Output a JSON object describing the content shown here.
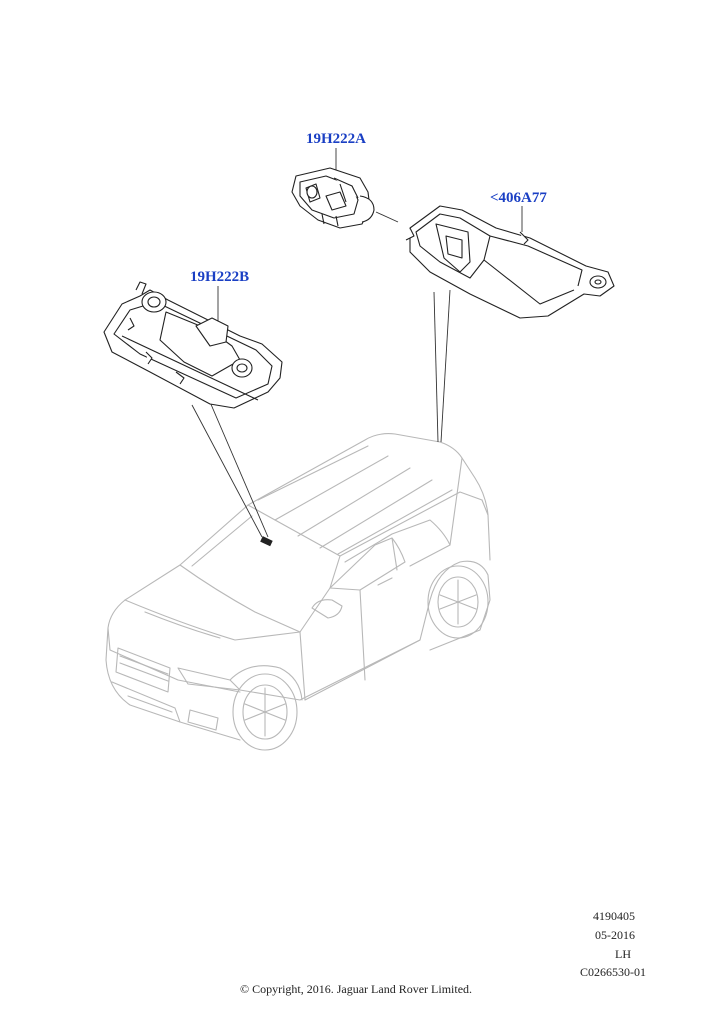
{
  "callouts": {
    "part_a": "19H222A",
    "part_b": "19H222B",
    "part_c": "<406A77"
  },
  "footer": {
    "illustration_number": "4190405",
    "date": "05-2016",
    "side": "LH",
    "drawing_code": "C0266530-01",
    "copyright": "© Copyright, 2016. Jaguar Land Rover Limited."
  }
}
